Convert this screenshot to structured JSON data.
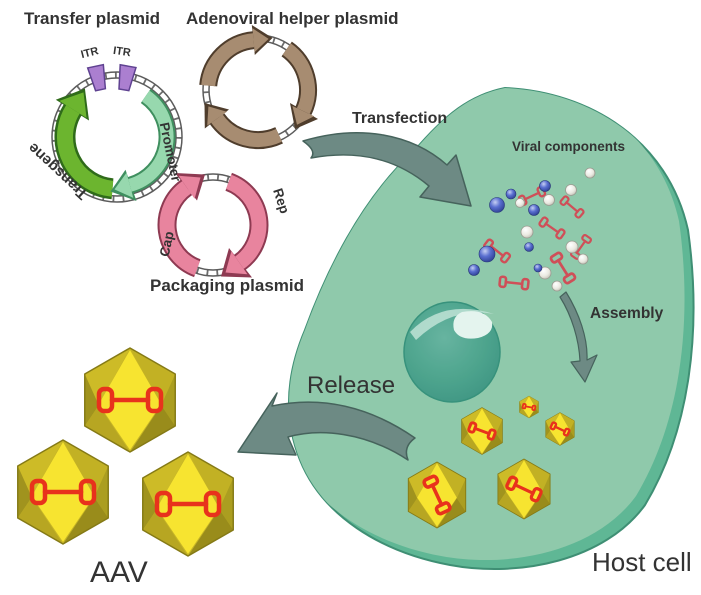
{
  "figure": {
    "type": "scientific-diagram",
    "topic": "Recombinant AAV production by plasmid transfection of a host cell"
  },
  "labels": {
    "transfer_plasmid": "Transfer plasmid",
    "adenoviral_helper_plasmid": "Adenoviral helper plasmid",
    "packaging_plasmid": "Packaging plasmid",
    "itr_left": "ITR",
    "itr_right": "ITR",
    "transgene": "Transgene",
    "promoter": "Promoter",
    "rep": "Rep",
    "cap": "Cap",
    "transfection": "Transfection",
    "viral_components": "Viral components",
    "assembly": "Assembly",
    "release": "Release",
    "aav": "AAV",
    "host_cell": "Host cell"
  },
  "colors": {
    "background": "#ffffff",
    "text": "#333333",
    "cell_fill": "#8fc9ab",
    "cell_rim": "#5fb795",
    "cell_outline": "#3f8f74",
    "nucleus": "#47a089",
    "nucleus_highlight": "#e4f4ee",
    "transgene_green": "#6cb52f",
    "promoter_green": "#97d8ae",
    "itr_purple": "#ab7fd0",
    "helper_brown": "#a78c71",
    "packaging_pink": "#e8849e",
    "process_arrow_gray": "#6d8a84",
    "capsid_yellow": "#f7e430",
    "capsid_shade": "#a0931e",
    "genome_red": "#d6453f",
    "dna_ring_gray": "#5c5c5c",
    "component_blue": "#4a5ec0",
    "component_white": "#efefea"
  }
}
